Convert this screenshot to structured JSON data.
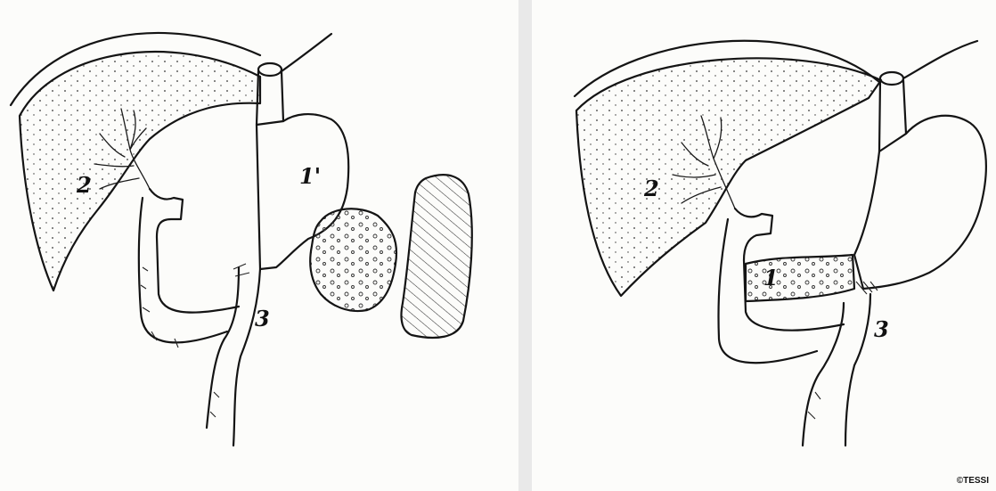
{
  "left_panel": {
    "labels": {
      "gallbladder_bed": "2",
      "tumor": "1'",
      "duodenum": "3"
    }
  },
  "right_panel": {
    "labels": {
      "gallbladder_bed": "2",
      "tumor": "1",
      "duodenum": "3"
    }
  },
  "copyright": "©TESSI"
}
